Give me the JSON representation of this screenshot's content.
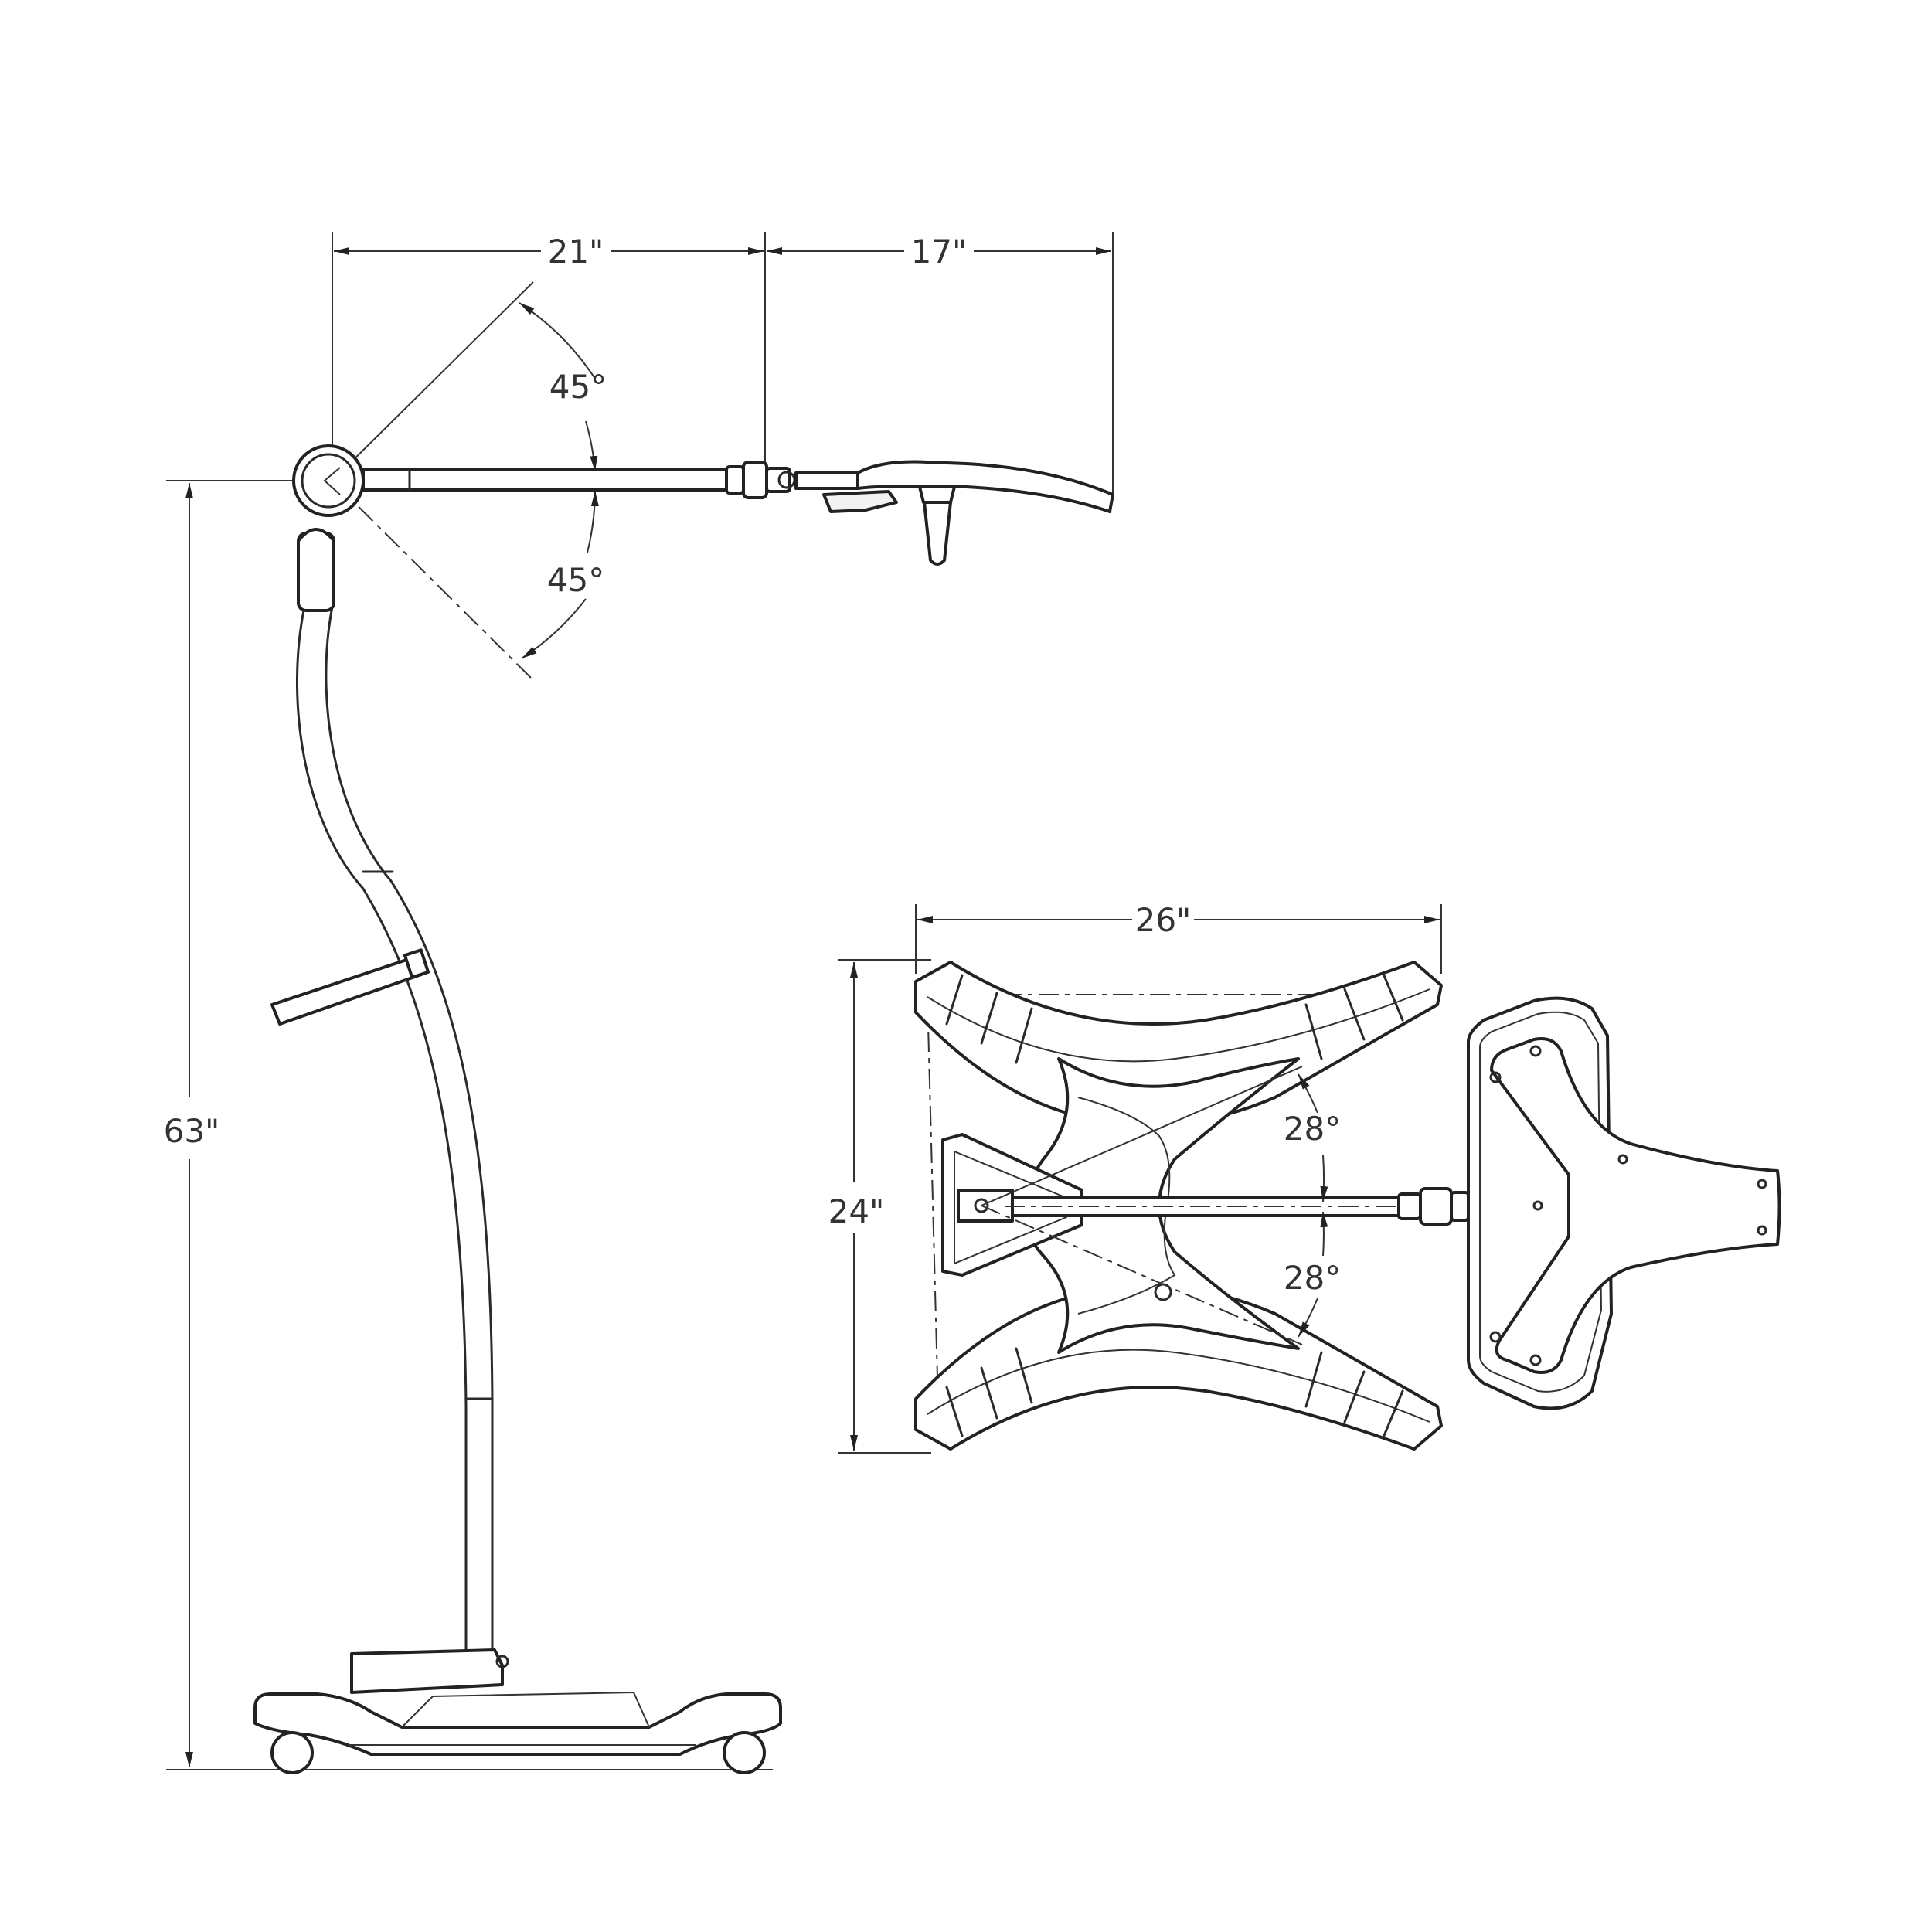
{
  "dimensions": {
    "arm_horizontal_reach": "21\"",
    "head_reach": "17\"",
    "arm_tilt_up": "45°",
    "arm_tilt_down": "45°",
    "overall_height": "63\"",
    "base_width": "26\"",
    "base_depth": "24\"",
    "arm_swing_left": "28°",
    "arm_swing_right": "28°"
  },
  "colors": {
    "line": "#222222",
    "background": "#ffffff",
    "text": "#333333"
  }
}
